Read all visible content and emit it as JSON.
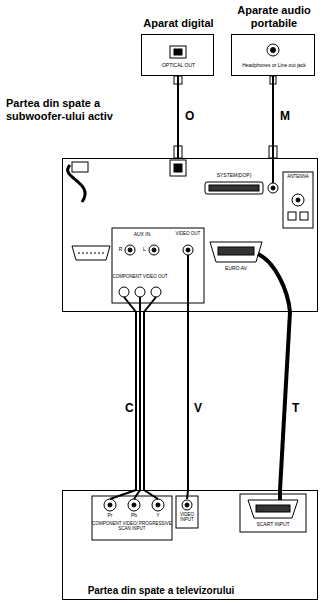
{
  "diagram": {
    "nodes": [
      {
        "text": [
          "Aparat digital",
          "OPTICAL OUT"
        ]
      },
      {
        "text": [
          "Aparate audio portabile",
          "Headphones or Line out jack"
        ]
      },
      {
        "text": [
          "Partea din spate a subwoofer-ului activ"
        ]
      },
      {
        "text": [
          "Partea din spate a televizorului"
        ]
      }
    ],
    "edges": [
      {
        "from": 0,
        "to": 2,
        "label": "O",
        "arrow": "none"
      },
      {
        "from": 1,
        "to": 2,
        "label": "M",
        "arrow": "none"
      },
      {
        "from": 2,
        "to": 3,
        "label": "C",
        "arrow": "none"
      },
      {
        "from": 2,
        "to": 3,
        "label": "V",
        "arrow": "none"
      },
      {
        "from": 2,
        "to": 3,
        "label": "T",
        "arrow": "none"
      }
    ],
    "labels": [
      "AUX IN",
      "R",
      "L",
      "VIDEO OUT",
      "SYSTEM(DOP)",
      "ANTENNA",
      "EURO AV",
      "COMPONENT VIDEO OUT",
      "Pr",
      "Pb",
      "Y",
      "COMPONENT VIDEO/ PROGRESSIVE SCAN INPUT",
      "VIDEO INPUT",
      "SCART INPUT"
    ]
  }
}
